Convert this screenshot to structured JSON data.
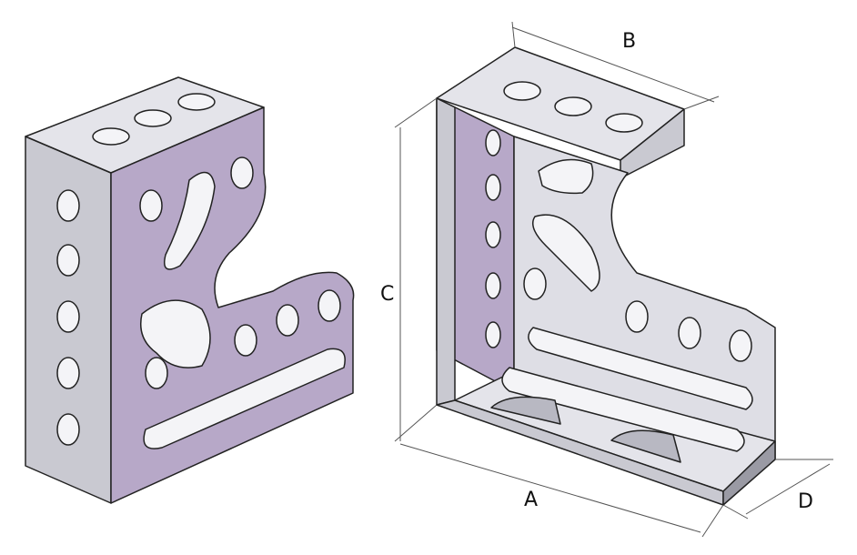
{
  "dimension_labels": {
    "a": "A",
    "b": "B",
    "c": "C",
    "d": "D"
  },
  "colors": {
    "background": "#ffffff",
    "metal_light": "#e4e4ea",
    "metal_mid": "#c9c9d1",
    "metal_dark": "#9a9aa4",
    "face_lavender": "#b7a8c8",
    "hole_fill": "#f4f4f7",
    "outline": "#222222",
    "dimension_line": "#555555"
  }
}
